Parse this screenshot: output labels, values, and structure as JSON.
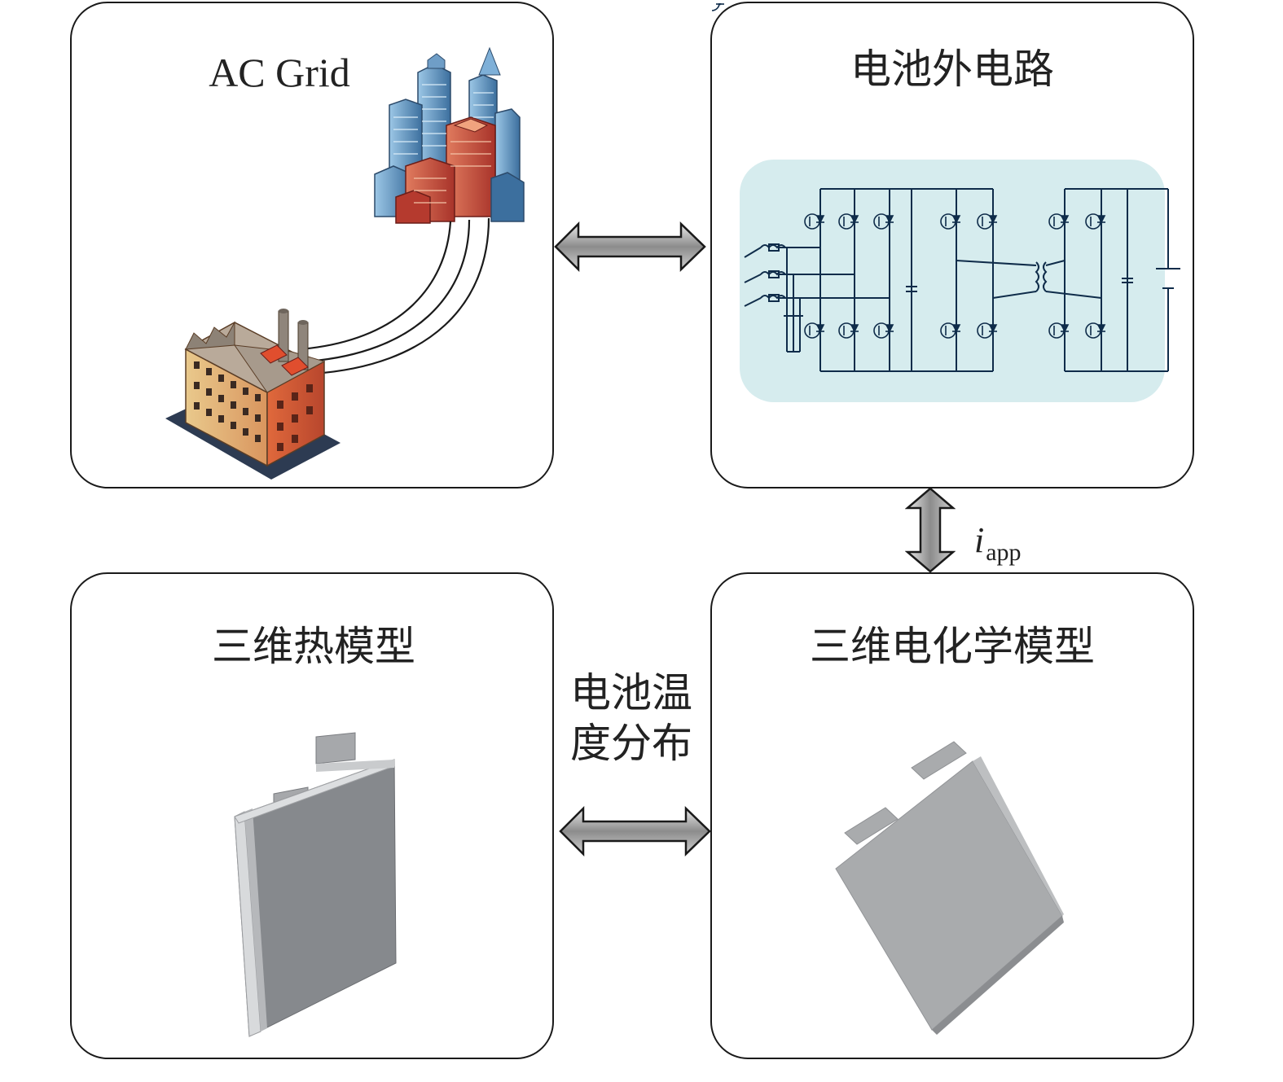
{
  "panels": {
    "grid": {
      "title": "AC Grid"
    },
    "circuit": {
      "title": "电池外电路"
    },
    "thermal": {
      "title": "三维热模型"
    },
    "electrochem": {
      "title": "三维电化学模型"
    }
  },
  "links": {
    "temperature_label": "电池温度分布",
    "current_symbol": "i",
    "current_subscript": "app"
  },
  "colors": {
    "border": "#1a1a1a",
    "circuit_background": "#d6ecee",
    "arrow_fill": "#9a9a9a",
    "battery_gray": "#8a8d91"
  },
  "icons": {
    "city": "city-buildings-icon",
    "factory": "factory-icon",
    "converter": "power-converter-circuit",
    "thermal_cell": "pouch-cell-3d",
    "electrochem_cell": "pouch-cell-tilted"
  }
}
